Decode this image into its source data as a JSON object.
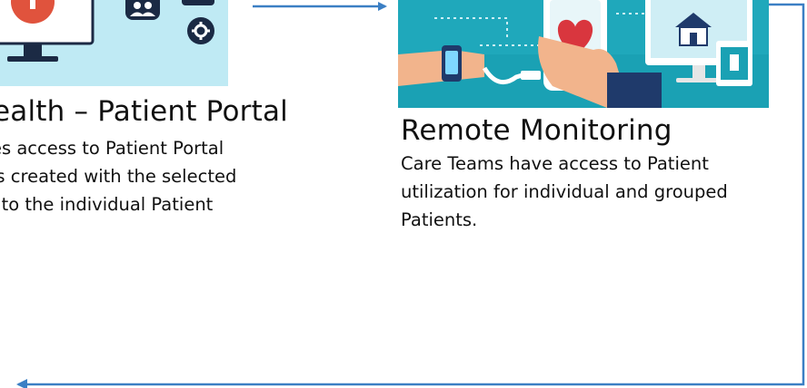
{
  "left_card": {
    "title": "ealth – Patient Portal",
    "lines": [
      "es access to Patient Portal",
      "is created with the selected",
      "l to the individual Patient"
    ]
  },
  "right_card": {
    "title": "Remote Monitoring",
    "lines": [
      "Care Teams have access to Patient",
      "utilization for individual and grouped",
      "Patients."
    ]
  },
  "colors": {
    "connector": "#3b7fc4",
    "left_panel_bg": "#bfeaf4",
    "right_panel_bg": "#1aa1b4"
  }
}
